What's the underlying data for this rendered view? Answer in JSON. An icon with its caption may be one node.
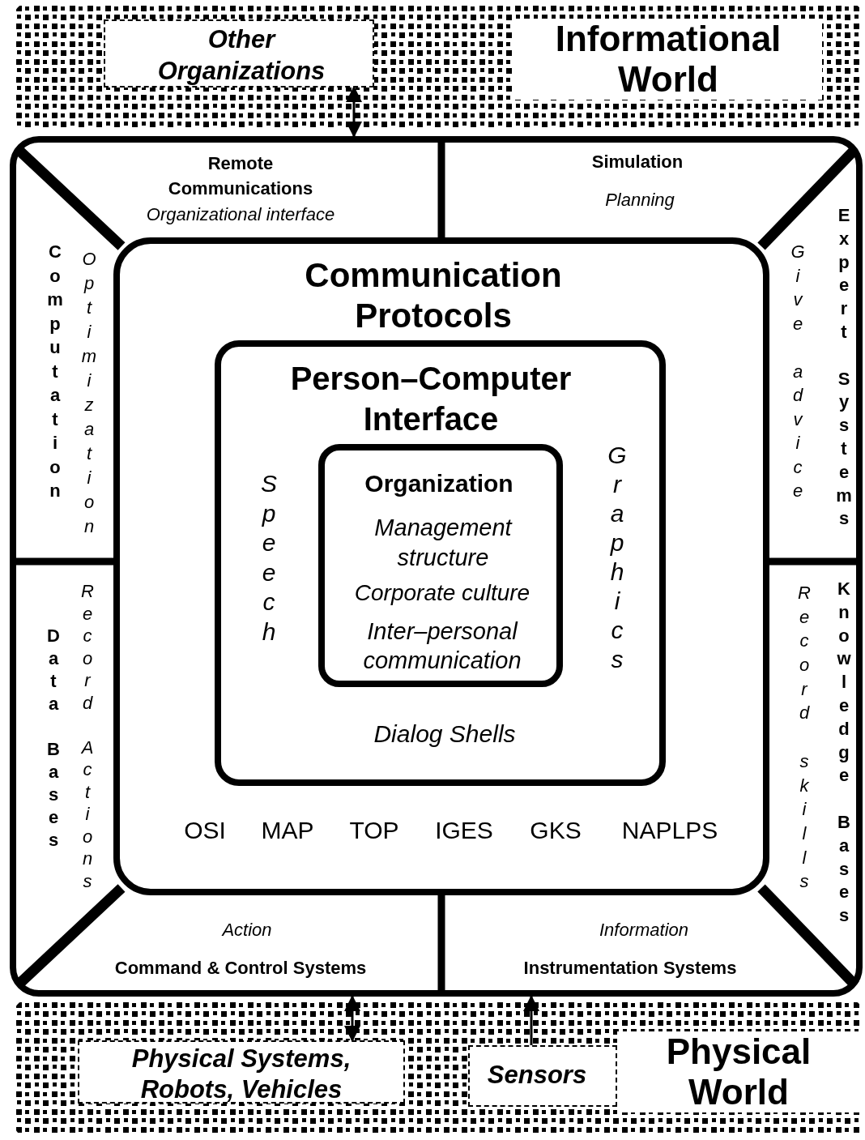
{
  "diagram": {
    "nodes": [
      {
        "text": [
          "Informational World"
        ]
      },
      {
        "text": [
          "Other Organizations"
        ],
        "in": 0
      },
      {
        "text": [],
        "shape": "box"
      },
      {
        "text": [
          "Remote Communications",
          "Organizational interface"
        ],
        "in": 2
      },
      {
        "text": [
          "Simulation",
          "Planning"
        ],
        "in": 2
      },
      {
        "text": [
          "Computation",
          "Optimization"
        ],
        "in": 2
      },
      {
        "text": [
          "Give advice",
          "Expert Systems"
        ],
        "in": 2
      },
      {
        "text": [
          "Data Bases",
          "Record Actions"
        ],
        "in": 2
      },
      {
        "text": [
          "Record skills",
          "Knowledge Bases"
        ],
        "in": 2
      },
      {
        "text": [
          "Action",
          "Command & Control Systems"
        ],
        "in": 2
      },
      {
        "text": [
          "Information",
          "Instrumentation Systems"
        ],
        "in": 2
      },
      {
        "text": [
          "Communication Protocols",
          "OSI",
          "MAP",
          "TOP",
          "IGES",
          "GKS",
          "NAPLPS"
        ],
        "in": 2
      },
      {
        "text": [
          "Person–Computer Interface",
          "Speech",
          "Graphics",
          "Dialog Shells"
        ],
        "in": 11
      },
      {
        "text": [
          "Organization",
          "Management structure",
          "Corporate culture",
          "Inter–personal communication"
        ],
        "in": 12
      },
      {
        "text": [
          "Physical World"
        ]
      },
      {
        "text": [
          "Physical Systems, Robots, Vehicles"
        ],
        "in": 14
      },
      {
        "text": [
          "Sensors"
        ],
        "in": 14
      }
    ],
    "edges": [
      {
        "from": 1,
        "to": 3,
        "arrow": "both"
      },
      {
        "from": 15,
        "to": 9,
        "arrow": "both"
      },
      {
        "from": 16,
        "to": 10,
        "arrow": "to"
      }
    ]
  }
}
